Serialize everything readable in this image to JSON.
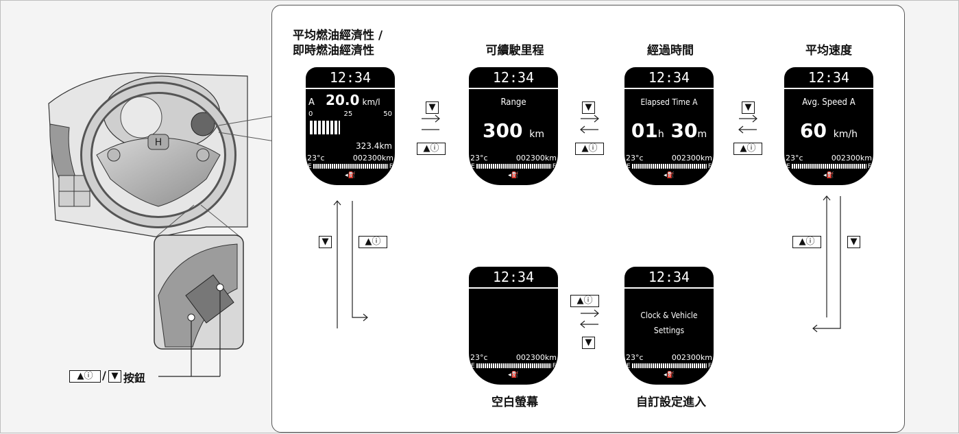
{
  "titles": {
    "fuel_economy_line1": "平均燃油經濟性 /",
    "fuel_economy_line2": "即時燃油經濟性",
    "range": "可續駛里程",
    "elapsed": "經過時間",
    "avg_speed": "平均速度",
    "blank": "空白螢幕",
    "custom": "自訂設定進入"
  },
  "displays": {
    "clock": "12:34",
    "temp": "23°c",
    "odo": "002300km",
    "fuel_empty": "E",
    "fuel_full": "F",
    "fuel_economy": {
      "trip": "A",
      "value": "20.0",
      "unit": "km/l",
      "scale": [
        "0",
        "25",
        "50"
      ],
      "range_value": "323.4km"
    },
    "range": {
      "label": "Range",
      "value": "300",
      "unit": "km"
    },
    "elapsed": {
      "label": "Elapsed Time A",
      "hours": "01",
      "h": "h",
      "minutes": "30",
      "m": "m"
    },
    "avg_speed": {
      "label": "Avg. Speed A",
      "value": "60",
      "unit": "km/h"
    },
    "custom": {
      "line1": "Clock & Vehicle",
      "line2": "Settings"
    }
  },
  "buttons": {
    "down": "▼",
    "up_info": "▲ⓘ"
  },
  "button_label": {
    "up_info": "▲ⓘ",
    "slash": "/",
    "down": "▼",
    "text": "按鈕"
  }
}
